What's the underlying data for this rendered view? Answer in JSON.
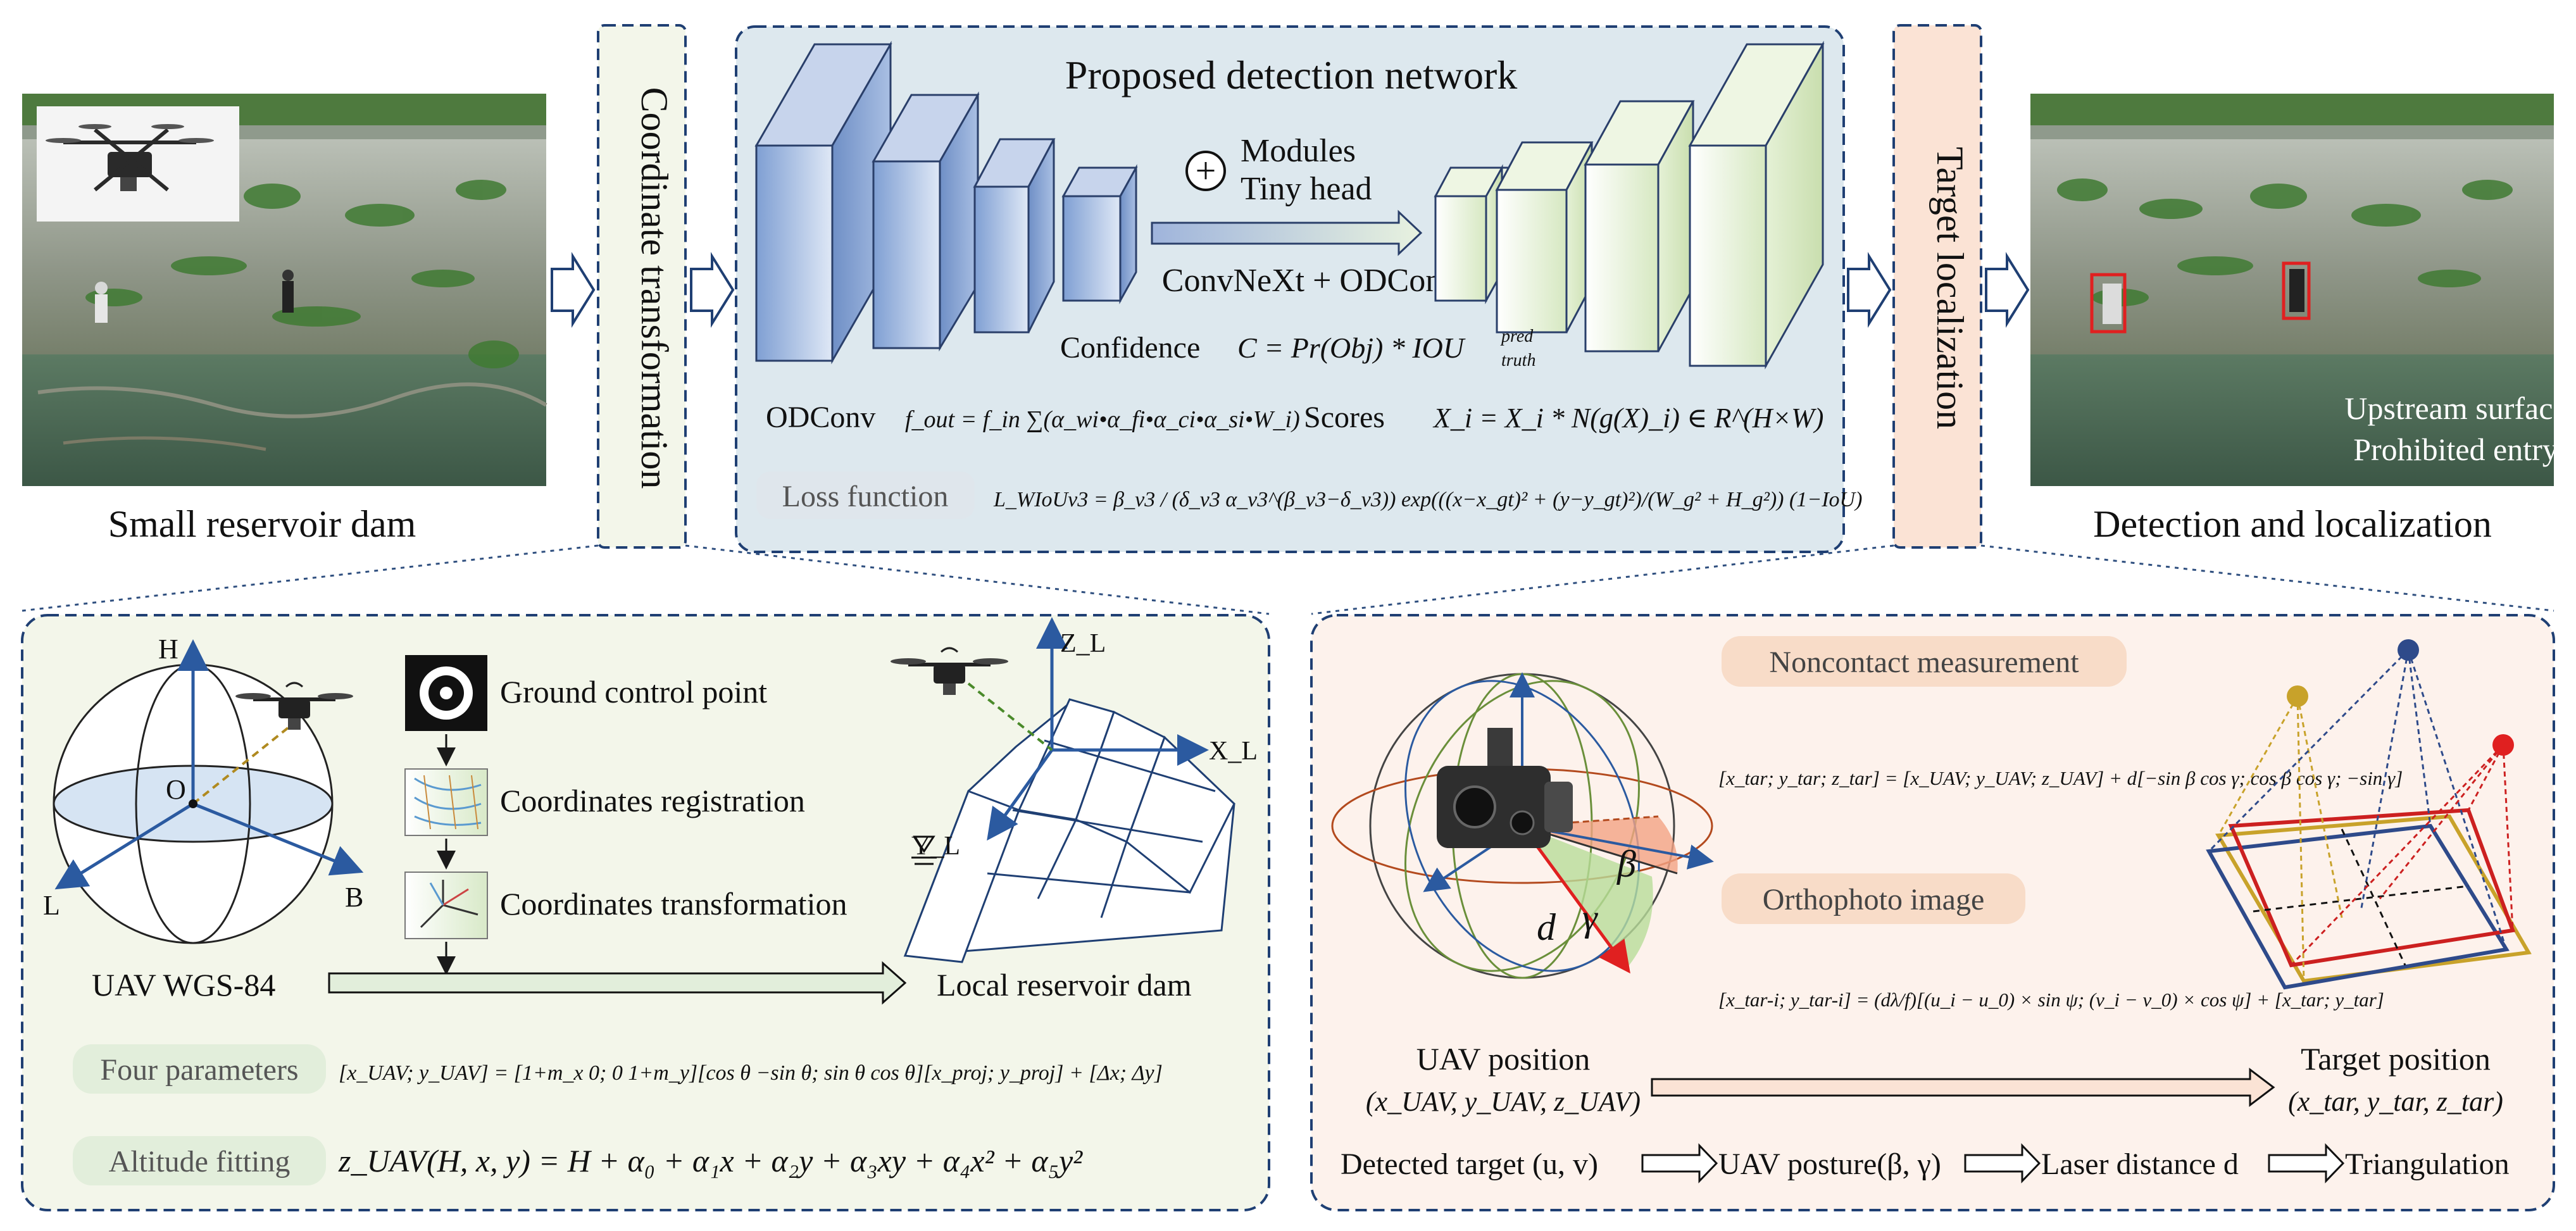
{
  "photos": {
    "left_caption": "Small reservoir dam",
    "right_caption": "Detection and localization",
    "right_overlay_line1": "Upstream surface",
    "right_overlay_line2": "Prohibited entry"
  },
  "vertical_labels": {
    "coordinate": "Coordinate transformation",
    "target": "Target localization"
  },
  "network": {
    "title": "Proposed detection network",
    "plus_symbol": "+",
    "modules": "Modules",
    "tiny_head": "Tiny head",
    "backbone": "ConvNeXt + ODConv",
    "confidence_label": "Confidence",
    "confidence_formula": "C = Pr(Obj) * IOU",
    "confidence_sup": "pred",
    "confidence_sub": "truth",
    "odconv_label": "ODConv",
    "odconv_formula": "f_out = f_in ∑(α_wi•α_fi•α_ci•α_si•W_i)",
    "scores_label": "Scores",
    "scores_formula": "X_i = X_i * N(g(X)_i) ∈ R^(H×W)",
    "loss_label": "Loss function",
    "loss_formula": "L_WIoUv3 = β_v3 / (δ_v3 α_v3^(β_v3−δ_v3)) exp(((x−x_gt)² + (y−y_gt)²)/(W_g² + H_g²)) (1−IoU)"
  },
  "coordinates_panel": {
    "globe_axes": {
      "h": "H",
      "o": "O",
      "l": "L",
      "b": "B"
    },
    "steps": [
      "Ground control point",
      "Coordinates registration",
      "Coordinates transformation"
    ],
    "uav_label": "UAV WGS-84",
    "local_label": "Local reservoir dam",
    "dam_axes": {
      "z": "Z_L",
      "x": "X_L",
      "y": "Y_L"
    },
    "four_params_label": "Four parameters",
    "four_params_formula": "[x_UAV; y_UAV] = [1+m_x 0; 0 1+m_y][cos θ −sin θ; sin θ cos θ][x_proj; y_proj] + [Δx; Δy]",
    "altitude_label": "Altitude fitting",
    "altitude_formula": "z_UAV(H, x, y) = H + α₀ + α₁x + α₂y + α₃xy + α₄x² + α₅y²"
  },
  "localization_panel": {
    "noncontact_label": "Noncontact measurement",
    "noncontact_formula": "[x_tar; y_tar; z_tar] = [x_UAV; y_UAV; z_UAV] + d[−sin β cos γ; cos β cos γ; −sin γ]",
    "ortho_label": "Orthophoto image",
    "ortho_formula": "[x_tar-i; y_tar-i] = (dλ/f)[(u_i − u_0) × sin ψ; (v_i − v_0) × cos ψ] + [x_tar; y_tar]",
    "sphere_labels": {
      "d": "d",
      "gamma": "γ",
      "beta": "β"
    },
    "uav_position_label": "UAV position",
    "uav_position_coords": "(x_UAV, y_UAV, z_UAV)",
    "target_position_label": "Target position",
    "target_position_coords": "(x_tar, y_tar, z_tar)",
    "pipeline": [
      "Detected target (u, v)",
      "UAV posture(β, γ)",
      "Laser distance d",
      "Triangulation"
    ]
  },
  "colors": {
    "dashed_border": "#2f4f7f",
    "network_bg": "#dde8ee",
    "coord_panel_bg": "#f3f6ea",
    "local_panel_bg": "#fdf2ec",
    "label_green_bg": "#e2eedb",
    "label_peach_bg": "#f8dcc8",
    "block_blue": "#9fb6de",
    "block_green": "#e9f3dc",
    "arrow_blue": "#2b5aa0",
    "bbox_red": "#e02020"
  }
}
